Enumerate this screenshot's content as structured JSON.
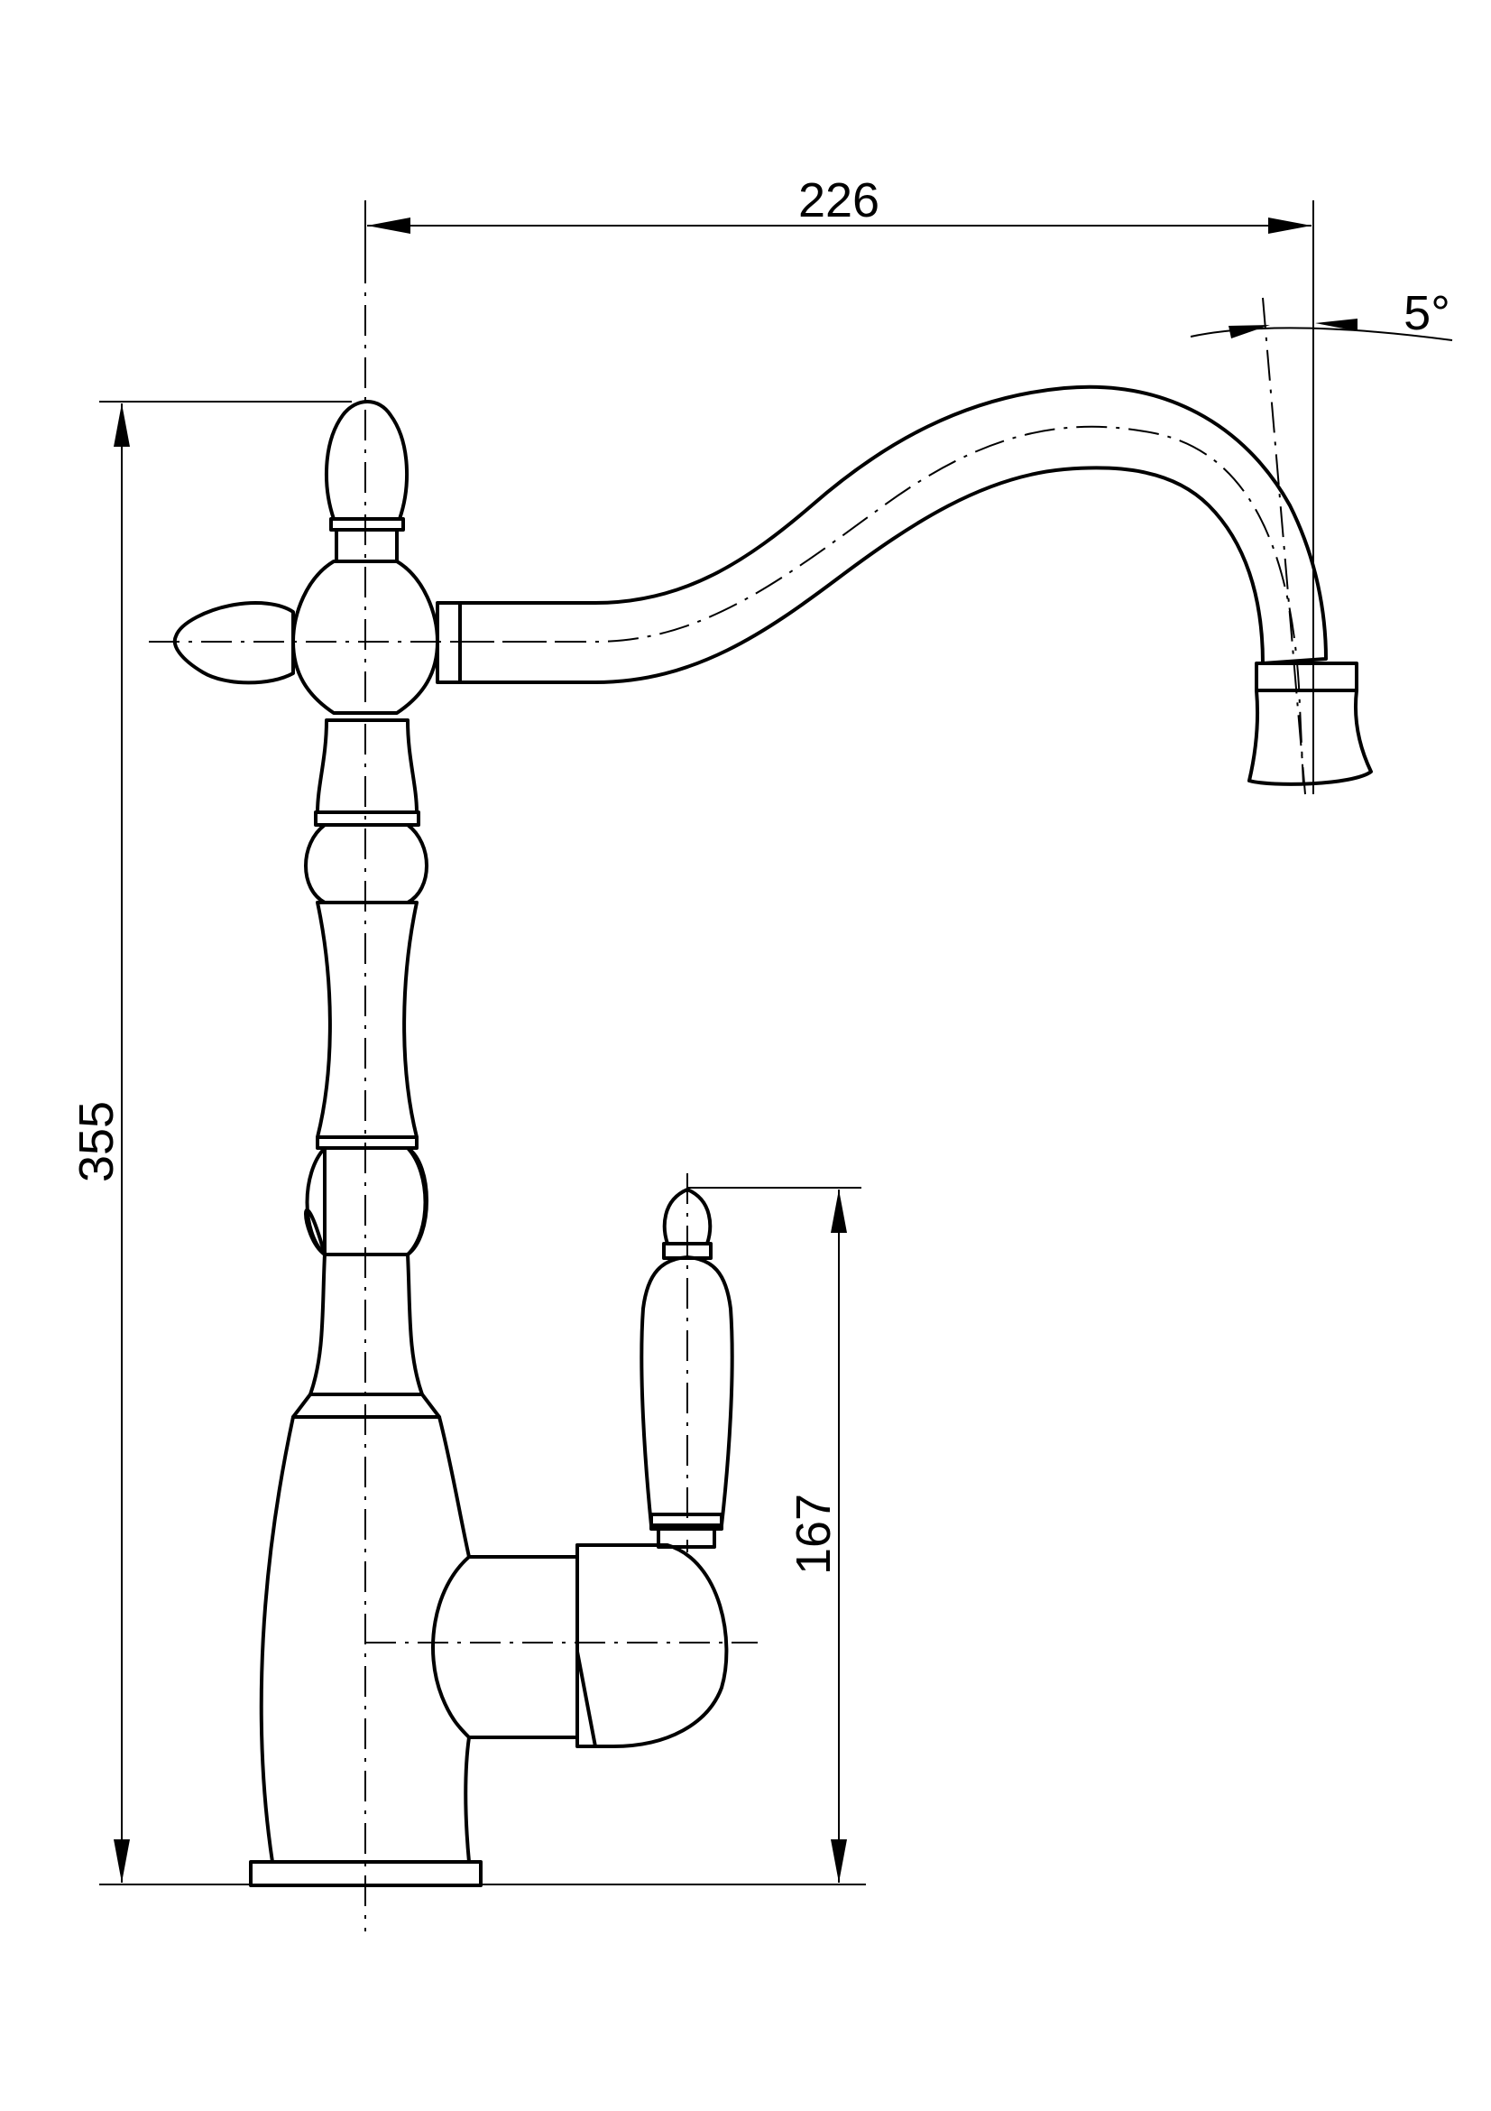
{
  "dimensions": {
    "width_label": "226",
    "total_height_label": "355",
    "handle_height_label": "167",
    "spout_angle_label": "5°"
  }
}
